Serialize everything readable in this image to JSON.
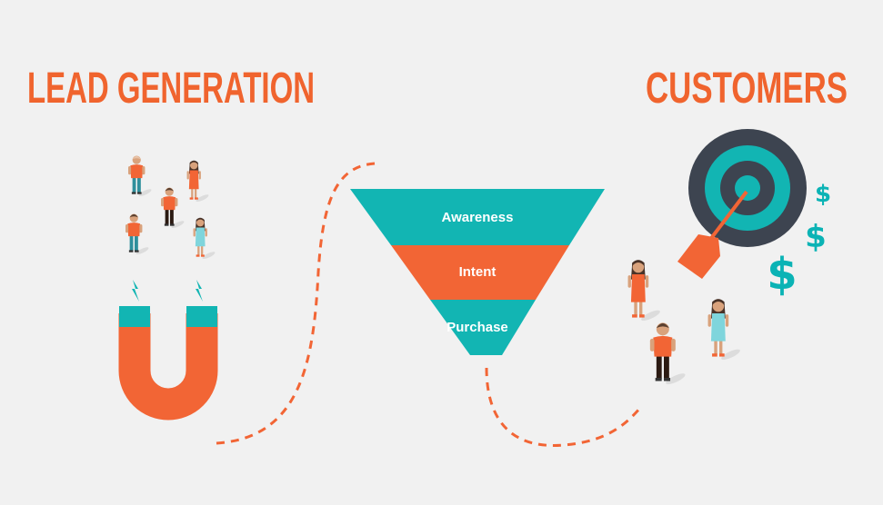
{
  "titles": {
    "left": "LEAD GENERATION",
    "right": "CUSTOMERS"
  },
  "funnel": {
    "stages": [
      {
        "label": "Awareness",
        "color": "#12b5b3"
      },
      {
        "label": "Intent",
        "color": "#f26535"
      },
      {
        "label": "Purchase",
        "color": "#12b5b3"
      }
    ]
  },
  "dollars": [
    "$",
    "$",
    "$"
  ],
  "colors": {
    "orange": "#f26535",
    "teal": "#12b5b3",
    "dark": "#3d4450",
    "background": "#f1f1f1"
  }
}
